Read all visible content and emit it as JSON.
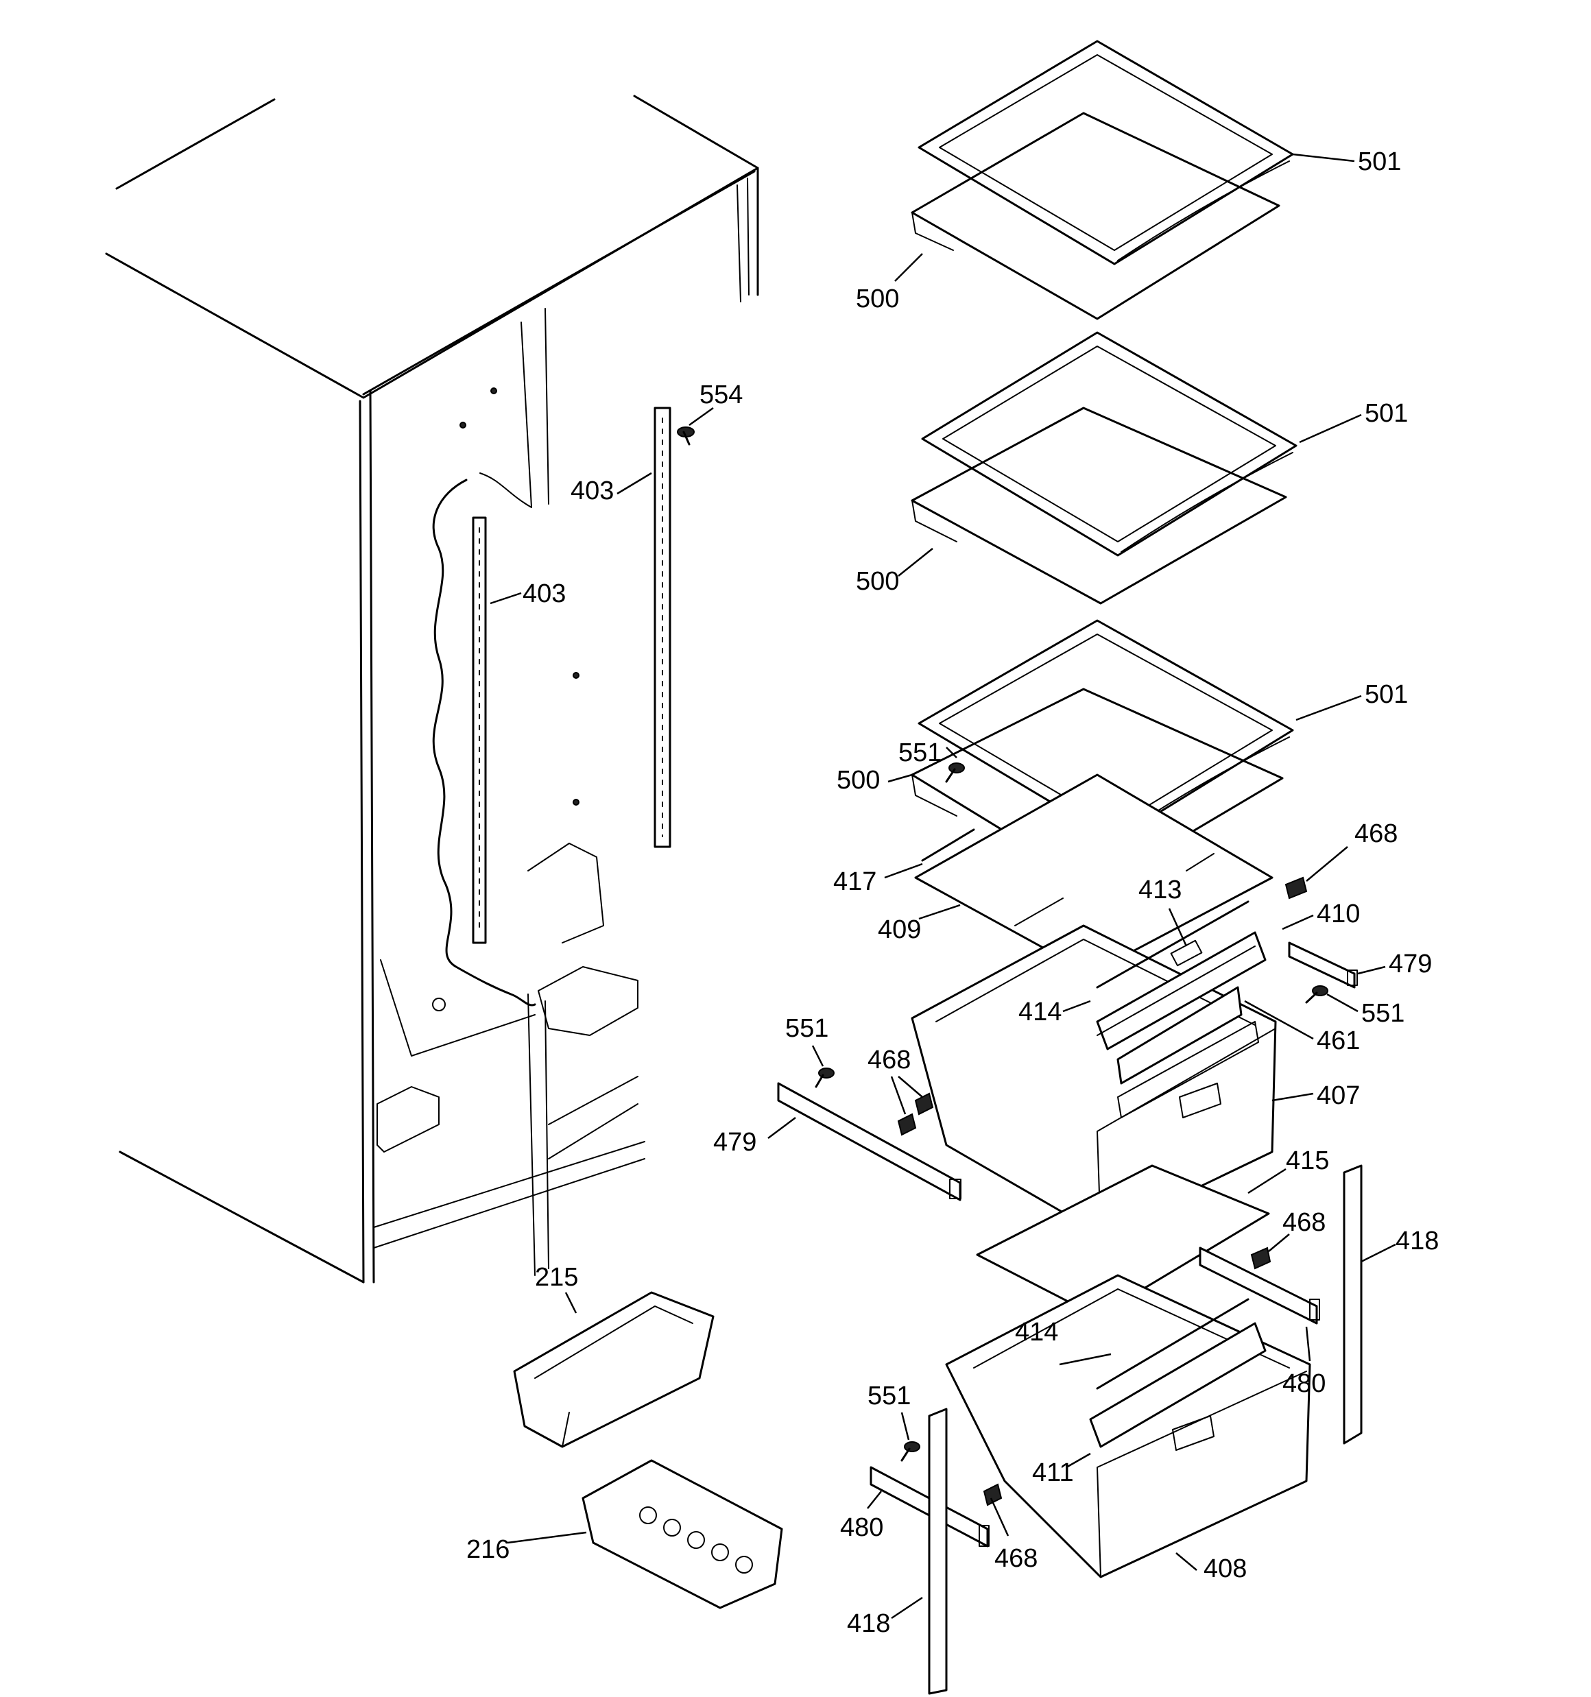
{
  "callouts": {
    "c501a": "501",
    "c500a": "500",
    "c501b": "501",
    "c500b": "500",
    "c501c": "501",
    "c500c": "500",
    "c551a": "551",
    "c554": "554",
    "c403a": "403",
    "c403b": "403",
    "c468a": "468",
    "c417": "417",
    "c413": "413",
    "c410": "410",
    "c409": "409",
    "c479a": "479",
    "c414a": "414",
    "c551b": "551",
    "c461": "461",
    "c551c": "551",
    "c468b": "468",
    "c407": "407",
    "c479b": "479",
    "c415": "415",
    "c468c": "468",
    "c418a": "418",
    "c215": "215",
    "c414b": "414",
    "c480a": "480",
    "c551d": "551",
    "c411": "411",
    "c480b": "480",
    "c468d": "468",
    "c216": "216",
    "c408": "408",
    "c418b": "418"
  }
}
